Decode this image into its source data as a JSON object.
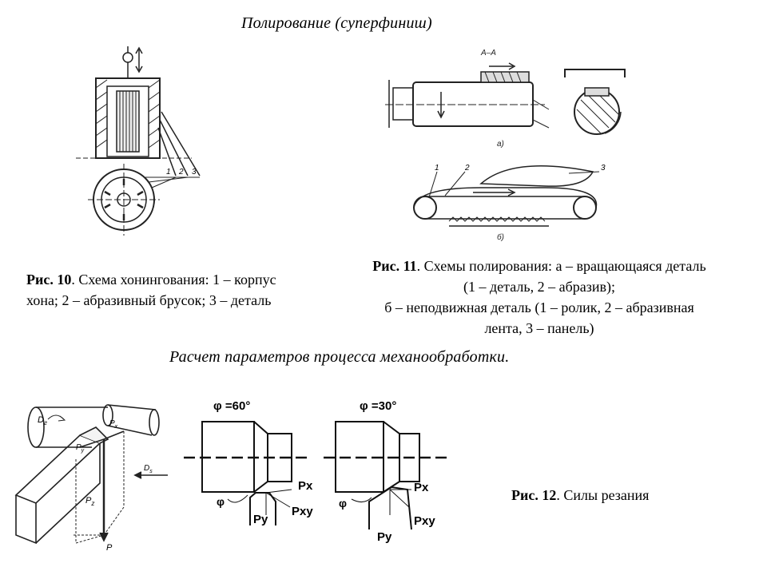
{
  "header": {
    "title": "Полирование (суперфиниш)"
  },
  "fig10": {
    "labels": [
      "1",
      "2",
      "3"
    ],
    "caption_num": "Рис. 10",
    "caption_text": ". Схема хонингования: 1 – корпус",
    "caption_line2": "хона; 2 – абразивный брусок; 3 – деталь"
  },
  "fig11": {
    "section_label": "А–А",
    "label_a": "а)",
    "label_b": "б)",
    "part_labels": [
      "1",
      "2",
      "3"
    ],
    "caption_num": "Рис. 11",
    "caption_line1": ". Схемы полирования: а – вращающаяся деталь",
    "caption_line2": "(1 – деталь, 2 – абразив);",
    "caption_line3": "б – неподвижная деталь (1 – ролик, 2 – абразивная",
    "caption_line4": "лента, 3 – панель)"
  },
  "section2": {
    "title": "Расчет параметров процесса механообработки."
  },
  "fig12": {
    "label_Dr": "D",
    "label_Dr_sub": "г",
    "label_Px": "P",
    "label_Px_sub": "x",
    "label_Py": "P",
    "label_Py_sub": "y",
    "label_Pz": "P",
    "label_Pz_sub": "z",
    "label_Ds": "D",
    "label_Ds_sub": "s",
    "label_P": "P",
    "phi60": "φ =60°",
    "phi30": "φ =30°",
    "phi": "φ",
    "Px": "Px",
    "Py": "Py",
    "Pxy": "Pxy",
    "caption_num": "Рис. 12",
    "caption_text": ". Силы резания"
  }
}
